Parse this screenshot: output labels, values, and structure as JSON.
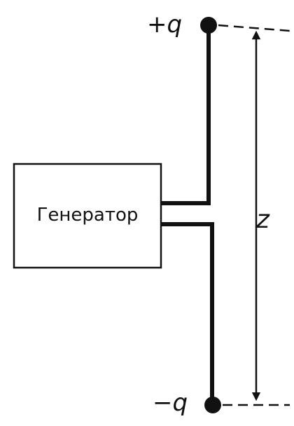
{
  "generator": {
    "label": "Генератор"
  },
  "charges": {
    "top": "+q",
    "bottom": "−q"
  },
  "distance": {
    "label": "z"
  },
  "colors": {
    "stroke": "#111111",
    "background": "#ffffff"
  }
}
